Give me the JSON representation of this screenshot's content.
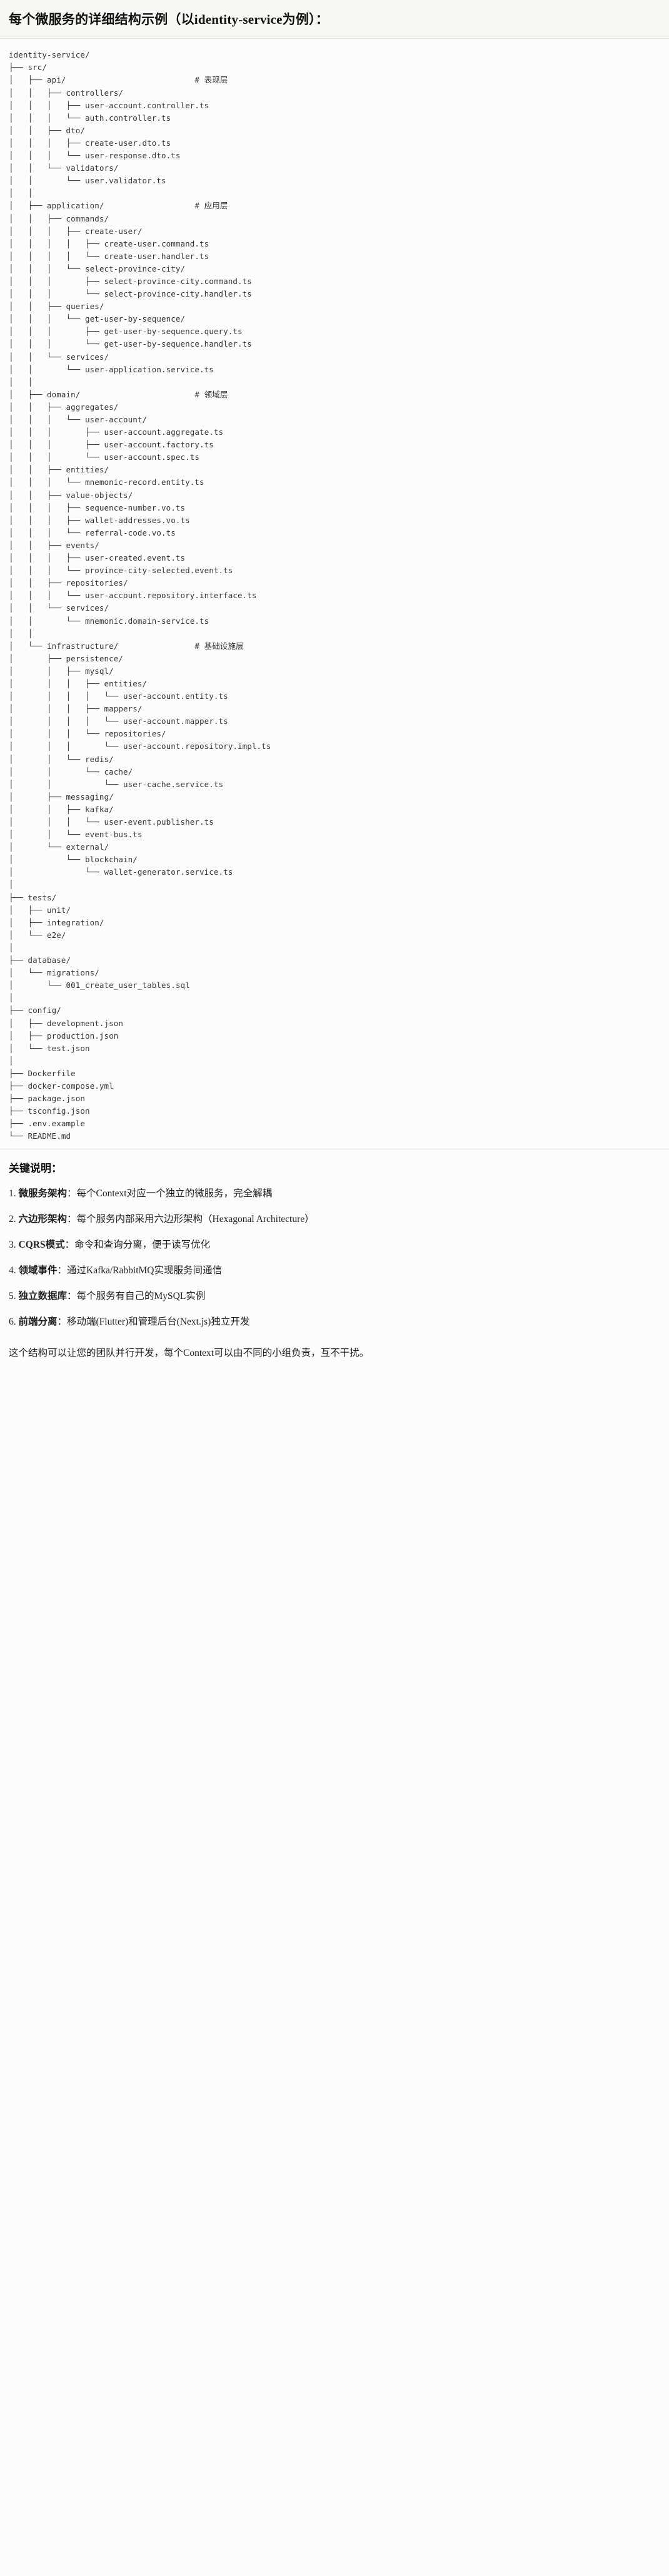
{
  "header": {
    "title": "每个微服务的详细结构示例（以identity-service为例）："
  },
  "tree": {
    "root": "identity-service/",
    "comments": {
      "api": "# 表现层",
      "application": "# 应用层",
      "domain": "# 领域层",
      "infrastructure": "# 基础设施层"
    },
    "text": "identity-service/\n├── src/\n│   ├── api/                           # 表现层\n│   │   ├── controllers/\n│   │   │   ├── user-account.controller.ts\n│   │   │   └── auth.controller.ts\n│   │   ├── dto/\n│   │   │   ├── create-user.dto.ts\n│   │   │   └── user-response.dto.ts\n│   │   └── validators/\n│   │       └── user.validator.ts\n│   │\n│   ├── application/                   # 应用层\n│   │   ├── commands/\n│   │   │   ├── create-user/\n│   │   │   │   ├── create-user.command.ts\n│   │   │   │   └── create-user.handler.ts\n│   │   │   └── select-province-city/\n│   │   │       ├── select-province-city.command.ts\n│   │   │       └── select-province-city.handler.ts\n│   │   ├── queries/\n│   │   │   └── get-user-by-sequence/\n│   │   │       ├── get-user-by-sequence.query.ts\n│   │   │       └── get-user-by-sequence.handler.ts\n│   │   └── services/\n│   │       └── user-application.service.ts\n│   │\n│   ├── domain/                        # 领域层\n│   │   ├── aggregates/\n│   │   │   └── user-account/\n│   │   │       ├── user-account.aggregate.ts\n│   │   │       ├── user-account.factory.ts\n│   │   │       └── user-account.spec.ts\n│   │   ├── entities/\n│   │   │   └── mnemonic-record.entity.ts\n│   │   ├── value-objects/\n│   │   │   ├── sequence-number.vo.ts\n│   │   │   ├── wallet-addresses.vo.ts\n│   │   │   └── referral-code.vo.ts\n│   │   ├── events/\n│   │   │   ├── user-created.event.ts\n│   │   │   └── province-city-selected.event.ts\n│   │   ├── repositories/\n│   │   │   └── user-account.repository.interface.ts\n│   │   └── services/\n│   │       └── mnemonic.domain-service.ts\n│   │\n│   └── infrastructure/                # 基础设施层\n│       ├── persistence/\n│       │   ├── mysql/\n│       │   │   ├── entities/\n│       │   │   │   └── user-account.entity.ts\n│       │   │   ├── mappers/\n│       │   │   │   └── user-account.mapper.ts\n│       │   │   └── repositories/\n│       │   │       └── user-account.repository.impl.ts\n│       │   └── redis/\n│       │       └── cache/\n│       │           └── user-cache.service.ts\n│       ├── messaging/\n│       │   ├── kafka/\n│       │   │   └── user-event.publisher.ts\n│       │   └── event-bus.ts\n│       └── external/\n│           └── blockchain/\n│               └── wallet-generator.service.ts\n│\n├── tests/\n│   ├── unit/\n│   ├── integration/\n│   └── e2e/\n│\n├── database/\n│   └── migrations/\n│       └── 001_create_user_tables.sql\n│\n├── config/\n│   ├── development.json\n│   ├── production.json\n│   └── test.json\n│\n├── Dockerfile\n├── docker-compose.yml\n├── package.json\n├── tsconfig.json\n├── .env.example\n└── README.md"
  },
  "notes": {
    "title": "关键说明：",
    "items": [
      {
        "num": "1. ",
        "term": "微服务架构",
        "desc": "：每个Context对应一个独立的微服务，完全解耦"
      },
      {
        "num": "2. ",
        "term": "六边形架构",
        "desc": "：每个服务内部采用六边形架构（Hexagonal Architecture）"
      },
      {
        "num": "3. ",
        "term": "CQRS模式",
        "desc": "：命令和查询分离，便于读写优化"
      },
      {
        "num": "4. ",
        "term": "领域事件",
        "desc": "：通过Kafka/RabbitMQ实现服务间通信"
      },
      {
        "num": "5. ",
        "term": "独立数据库",
        "desc": "：每个服务有自己的MySQL实例"
      },
      {
        "num": "6. ",
        "term": "前端分离",
        "desc": "：移动端(Flutter)和管理后台(Next.js)独立开发"
      }
    ],
    "footer": "这个结构可以让您的团队并行开发，每个Context可以由不同的小组负责，互不干扰。"
  }
}
